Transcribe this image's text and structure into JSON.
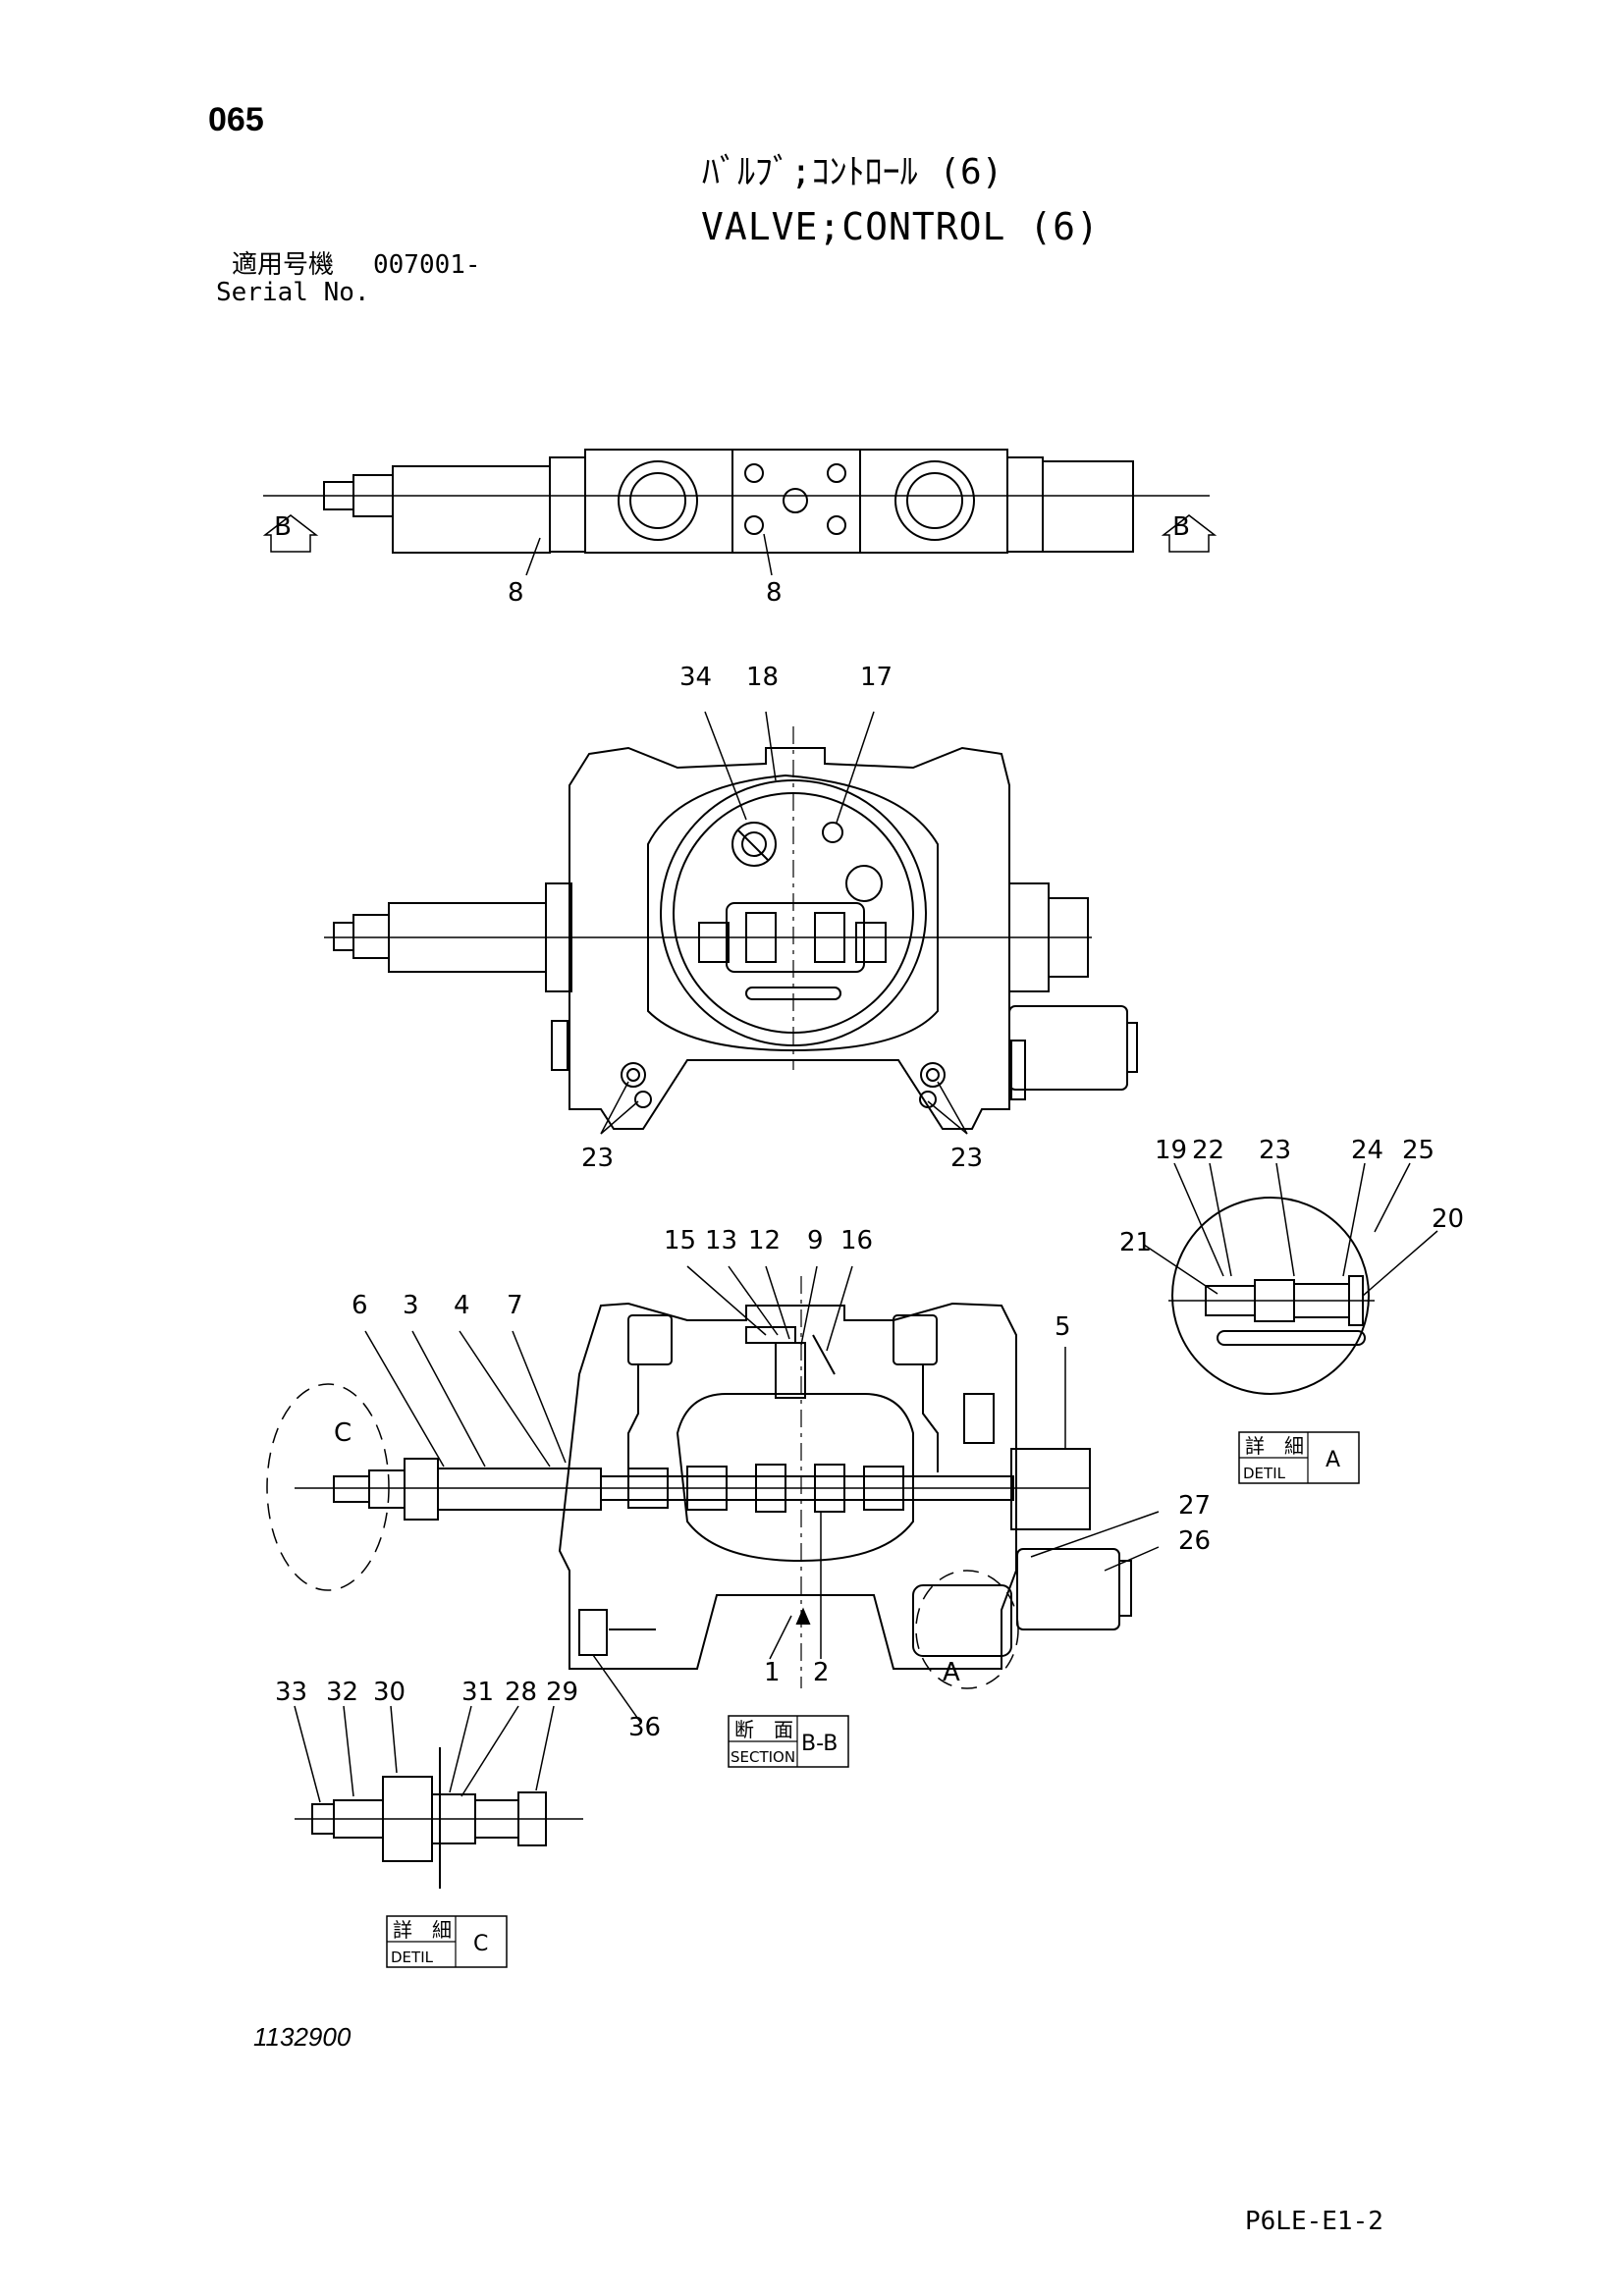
{
  "header": {
    "page_number": "065",
    "title_jp": "ﾊﾞﾙﾌﾞ;ｺﾝﾄﾛｰﾙ (6)",
    "title_en": "VALVE;CONTROL (6)",
    "serial_label_jp": "適用号機",
    "serial_value": "007001-",
    "serial_label_en": "Serial No."
  },
  "callouts": {
    "top_view": [
      "8",
      "8"
    ],
    "front_view": [
      "34",
      "18",
      "17",
      "23",
      "23"
    ],
    "section_bb": [
      "15",
      "13",
      "12",
      "9",
      "16",
      "6",
      "3",
      "4",
      "7",
      "5",
      "27",
      "26",
      "1",
      "2",
      "36"
    ],
    "detail_a": [
      "19",
      "22",
      "23",
      "24",
      "25",
      "20",
      "21"
    ],
    "detail_c": [
      "33",
      "32",
      "30",
      "31",
      "28",
      "29"
    ]
  },
  "labels": {
    "section_marker": "B",
    "detail_c_marker": "C",
    "detail_a_marker": "A",
    "section_box": {
      "jp": "断　面",
      "en": "SECTION",
      "letter": "B-B"
    },
    "detail_a_box": {
      "jp": "詳　細",
      "en": "DETIL",
      "letter": "A"
    },
    "detail_c_box": {
      "jp": "詳　細",
      "en": "DETIL",
      "letter": "C"
    }
  },
  "footer": {
    "drawing_number": "1132900",
    "sheet_code": "P6LE-E1-2"
  }
}
